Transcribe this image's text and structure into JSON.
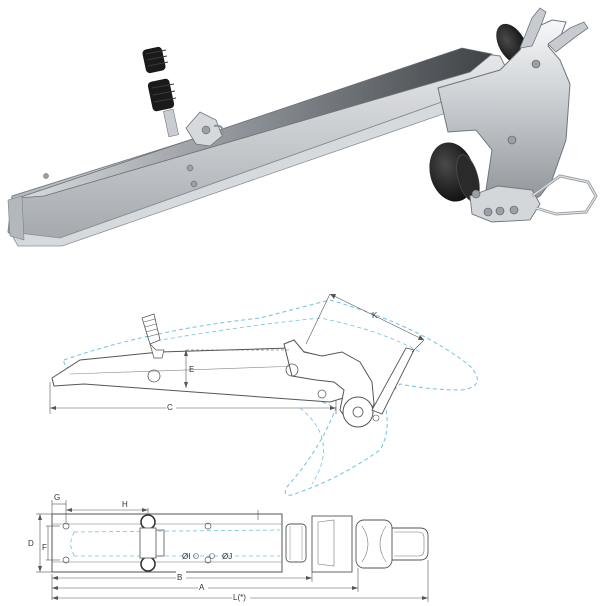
{
  "colors": {
    "steel_light": "#eef0f2",
    "steel_mid": "#b9bdc2",
    "steel_dark": "#6f747a",
    "rubber": "#1c1c1c",
    "diagram_line": "#555555",
    "anchor_dashed": "#6fc3e0"
  },
  "side_view": {
    "labels": {
      "c": "C",
      "e": "E",
      "k": "K"
    }
  },
  "top_view": {
    "labels": {
      "g": "G",
      "h": "H",
      "d": "D",
      "f": "F",
      "i": "ØI",
      "j": "ØJ",
      "b": "B",
      "a": "A",
      "l": "L(*)"
    }
  }
}
